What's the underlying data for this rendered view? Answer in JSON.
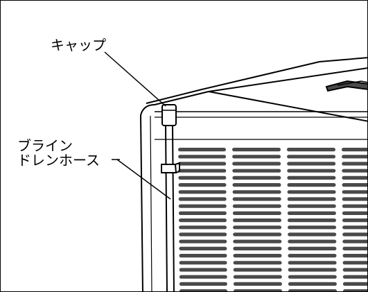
{
  "labels": {
    "cap": "キャップ",
    "hose_line1": "ブライン",
    "hose_line2": "ドレンホース"
  },
  "colors": {
    "line": "#000000",
    "background": "#ffffff",
    "panel_dark": "#4a4a4a"
  }
}
